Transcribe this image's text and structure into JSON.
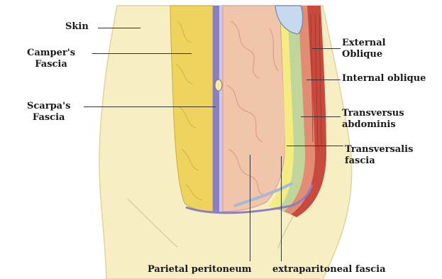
{
  "labels": {
    "skin": "Skin",
    "campers_fascia": [
      "Camper's",
      "Fascia"
    ],
    "scarpas_fascia": [
      "Scarpa's",
      "Fascia"
    ],
    "external_oblique": [
      "External",
      "Oblique"
    ],
    "internal_oblique": "Internal oblique",
    "transversus_abdominis": [
      "Transversus",
      "abdominis"
    ],
    "transversalis_fascia": [
      "Transversalis",
      "fascia"
    ],
    "parietal_peritoneum": "Parietal peritoneum",
    "extraperitoneal_fascia": "extraparitoneal fascia"
  },
  "colors": {
    "skin": "#f8eec4",
    "fat": "#eed45e",
    "scarpa": "#8a7fc0",
    "intestine": "#f1c5ab",
    "ext_oblique": "#c84a3f",
    "int_oblique": "#e38c74",
    "transversus": "#bfd59a",
    "peritoneum_yellow": "#f4ec80"
  }
}
